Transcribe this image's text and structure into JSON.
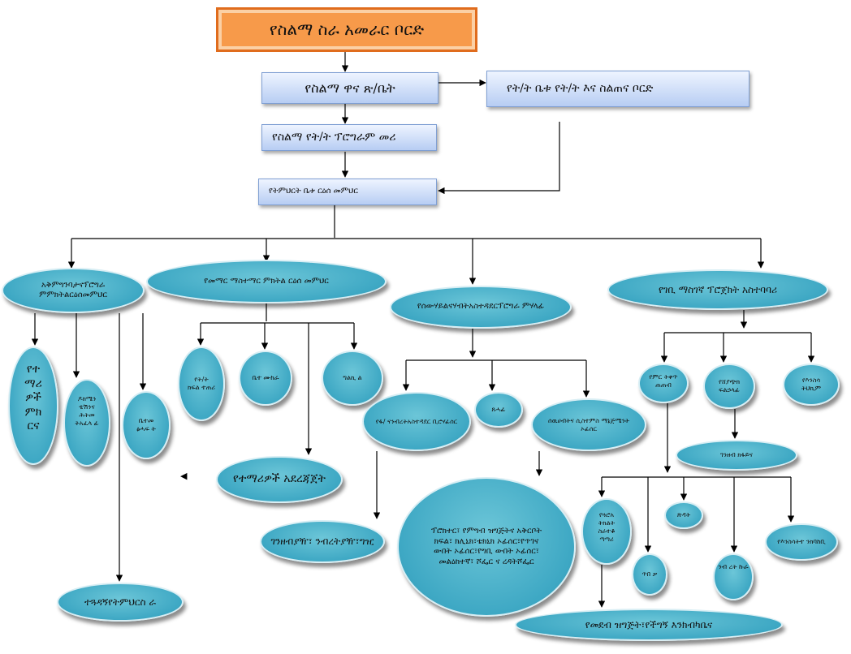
{
  "colors": {
    "top_fill": "#f79a4a",
    "top_border": "#e06c1d",
    "rect_fill": "#c9dbf7",
    "oval_fill": "#46acc6",
    "line": "#000000"
  },
  "nodes": {
    "board": "የስልማ ስራ አመራር ቦርድ",
    "main_office": "የስልማ ዋና ጽ/ቤት",
    "school_board": "የት/ት ቤቱ የት/ት እና ስልጠና ቦርድ",
    "program_head": "የስልማ የት/ት ፕሮግራም መሪ",
    "principal": "የትምህርት ቤቱ ርዕሰ መምህር",
    "vp_academic_program": "አቅምግንባታናፕሮግራ ምምክትልርዕሰመምህር",
    "vp_teaching": "የመማር ማስተማር ምክትል ርዕሰ መምህር",
    "admin_program": "የሰውሃይልናሃብትአስተዳደርፕሮግራ ምሃላፊ",
    "farm_manager": "የገቢ ማስገኛ ፕሮጀክት አስተባባሪ",
    "teachers": "የተ ማሪ ዎች ምክ ርና",
    "documentation": "ዶክሜን ቴሽንና ሕትመ ትአፈላ ፊ",
    "library": "ቤተመ ፅሓፍ ት",
    "dept_heads": "የት/ት ክፍል ተጠሪ",
    "lab": "ቤተ ሙከራ",
    "clinic": "ግልኪ ል",
    "student_assoc": "የተማሪዎች አደረጃጀት",
    "finance": "የፋ/ ናንብረትአስተዳደር ቢሮሃፊሰር",
    "guard": "ጸሓፊ",
    "hr_officer": "ሰዉሀብትና ሲስተምስ ማኔጅሜንት ኦፊሰር",
    "cashier": "ገንዘብያዥ፣ ንብረትያዥ፣ግዢ",
    "staff_list": "ፕሮክተር፣ የምግብ ዝግጅትና አቅርቦት ክፍል፣ ክሊኒክ፣ቴክኒክ ኦፊሰር፣የጥገና ውበት ኦፊሰር፣የግቢ ውበት ኦፊሰር፣ መልዕክተኛ፣ ሾፌር ና ረዳትሾፌር",
    "library_clerk": "ተጓዳኝየትምህርስ ራ",
    "crop": "የምር ትቀጥ ጠጠብ",
    "veg": "የሸያጭክ ፍልኃላፊ",
    "animal": "የእንስሳ ትህኪም",
    "store": "ገንዘብ ክፋይና",
    "garden": "የጓሮአ ትክልት ስራተቆ ጣጣሪ",
    "feed": "ጥበ ቃ",
    "poultry": "ጽዳት",
    "bee": "ንብ ረት ኩራ",
    "animal_care": "የእንስሳትተ ንክባከቢ",
    "kitchen": "የመደብ ዝግጅት፣የችግኝ እንክብካቤና"
  }
}
